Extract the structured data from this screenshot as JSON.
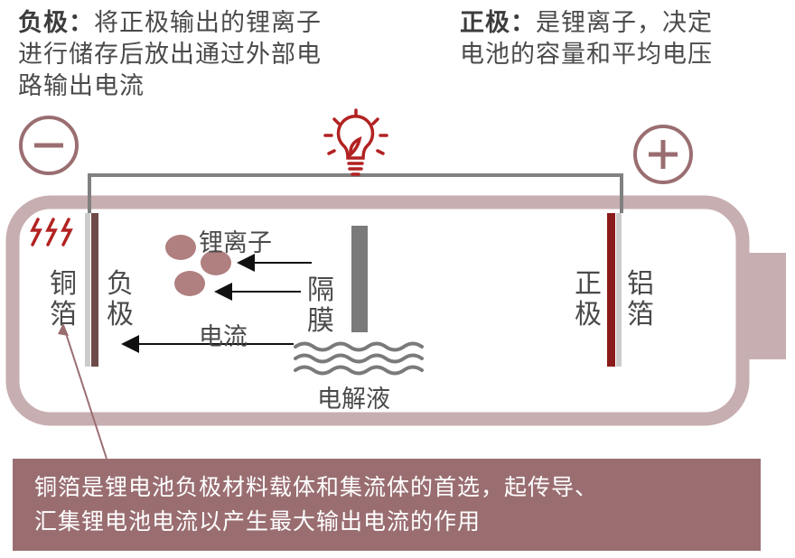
{
  "top_left": {
    "title": "负极：",
    "text_lines": [
      "将正极输出的锂离子",
      "进行储存后放出通过外部电",
      "路输出电流"
    ]
  },
  "top_right": {
    "title": "正极：",
    "text_lines": [
      "是锂离子，决定",
      "电池的容量和平均电压"
    ]
  },
  "symbols": {
    "negative": "minus-symbol",
    "positive": "plus-symbol",
    "bulb": "lightbulb-icon",
    "heat": "heat-lines-icon"
  },
  "labels": {
    "copper_foil": "铜箔",
    "negative_electrode": "负极",
    "lithium_ion": "锂离子",
    "separator": "隔膜",
    "current": "电流",
    "electrolyte": "电解液",
    "positive_electrode": "正极",
    "aluminum_foil": "铝箔"
  },
  "footer": {
    "lines": [
      "铜箔是锂电池负极材料载体和集流体的首选，起传导、",
      "汇集锂电池电流以产生最大输出电流的作用"
    ]
  },
  "colors": {
    "battery_outline": "#c7aeb0",
    "ion": "#b07f7f",
    "cathode": "#8b1a1a",
    "anode": "#6e4a48",
    "bulb": "#b22222",
    "footer_bg": "#9a6e71",
    "wire": "#808080"
  }
}
